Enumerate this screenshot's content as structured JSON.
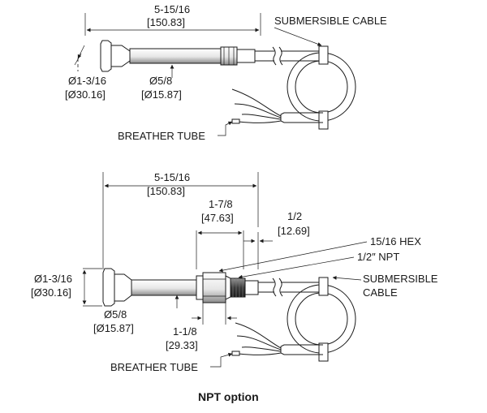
{
  "top_view": {
    "length_frac": "5-15/16",
    "length_mm": "[150.83]",
    "cable_label": "SUBMERSIBLE CABLE",
    "head_dia_frac": "Ø1-3/16",
    "head_dia_mm": "[Ø30.16]",
    "rod_dia_frac": "Ø5/8",
    "rod_dia_mm": "[Ø15.87]",
    "breather_label": "BREATHER TUBE"
  },
  "bottom_view": {
    "length_frac": "5-15/16",
    "length_mm": "[150.83]",
    "fitting_frac": "1-7/8",
    "fitting_mm": "[47.63]",
    "thread_len_frac": "1/2",
    "thread_len_mm": "[12.69]",
    "hex_label": "15/16 HEX",
    "npt_label": "1/2″ NPT",
    "cable_label_line1": "SUBMERSIBLE",
    "cable_label_line2": "CABLE",
    "head_dia_frac": "Ø1-3/16",
    "head_dia_mm": "[Ø30.16]",
    "rod_dia_frac": "Ø5/8",
    "rod_dia_mm": "[Ø15.87]",
    "hex_len_frac": "1-1/8",
    "hex_len_mm": "[29.33]",
    "breather_label": "BREATHER TUBE"
  },
  "caption": "NPT option"
}
